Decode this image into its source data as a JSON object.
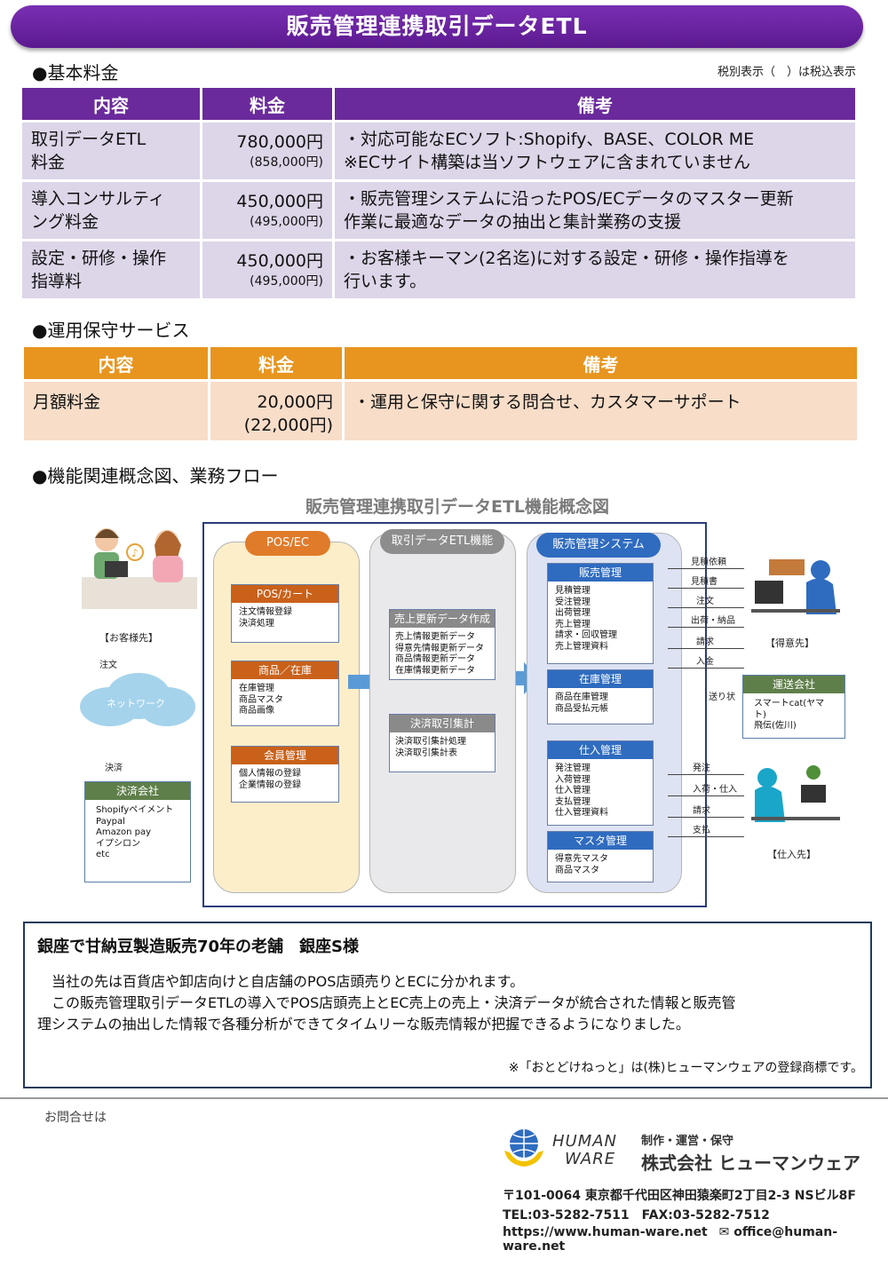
{
  "title": "販売管理連携取引データETL",
  "basic": {
    "heading": "●基本料金",
    "tax_note": "税別表示（　）は税込表示",
    "headers": [
      "内容",
      "料金",
      "備考"
    ],
    "rows": [
      {
        "item": "取引データETL\n料金",
        "fee": "780,000円",
        "fee_tax": "(858,000円)",
        "note": "・対応可能なECソフト:Shopify、BASE、COLOR ME\n※ECサイト構築は当ソフトウェアに含まれていません"
      },
      {
        "item": "導入コンサルティ\nング料金",
        "fee": "450,000円",
        "fee_tax": "(495,000円)",
        "note": "・販売管理システムに沿ったPOS/ECデータのマスター更新\n作業に最適なデータの抽出と集計業務の支援"
      },
      {
        "item": "設定・研修・操作\n指導料",
        "fee": "450,000円",
        "fee_tax": "(495,000円)",
        "note": "・お客様キーマン(2名迄)に対する設定・研修・操作指導を\n行います。"
      }
    ]
  },
  "maint": {
    "heading": "●運用保守サービス",
    "headers": [
      "内容",
      "料金",
      "備考"
    ],
    "rows": [
      {
        "item": "月額料金",
        "fee": "20,000円",
        "fee_tax": "(22,000円)",
        "note": "・運用と保守に関する問合せ、カスタマーサポート"
      }
    ]
  },
  "flow": {
    "heading": "●機能関連概念図、業務フロー",
    "diagram_title": "販売管理連携取引データETL機能概念図",
    "customer_label": "【お客様先】",
    "order_label": "注文",
    "network_label": "ネットワーク",
    "payment_label": "決済",
    "payment_company": {
      "title": "決済会社",
      "body": "Shopifyペイメント\nPaypal\nAmazon pay\nイプシロン\netc"
    },
    "col_pos": {
      "title": "POS/EC",
      "boxes": [
        {
          "title": "POS/カート",
          "body": "注文情報登録\n決済処理"
        },
        {
          "title": "商品／在庫",
          "body": "在庫管理\n商品マスタ\n商品画像"
        },
        {
          "title": "会員管理",
          "body": "個人情報の登録\n企業情報の登録"
        }
      ]
    },
    "col_etl": {
      "title": "取引データETL機能",
      "boxes": [
        {
          "title": "売上更新データ作成",
          "body": "売上情報更新データ\n得意先情報更新データ\n商品情報更新データ\n在庫情報更新データ"
        },
        {
          "title": "決済取引集計",
          "body": "決済取引集計処理\n決済取引集計表"
        }
      ]
    },
    "col_sales": {
      "title": "販売管理システム",
      "boxes": [
        {
          "title": "販売管理",
          "body": "見積管理\n受注管理\n出荷管理\n売上管理\n請求・回収管理\n売上管理資料"
        },
        {
          "title": "在庫管理",
          "body": "商品在庫管理\n商品受払元帳"
        },
        {
          "title": "仕入管理",
          "body": "発注管理\n入荷管理\n仕入管理\n支払管理\n仕入管理資料"
        },
        {
          "title": "マスタ管理",
          "body": "得意先マスタ\n商品マスタ"
        }
      ]
    },
    "right_labels_top": [
      "見積依頼",
      "見積書",
      "注文",
      "出荷・納品",
      "請求",
      "入金"
    ],
    "tokui_label": "【得意先】",
    "ship_label": "送り状",
    "carrier": {
      "title": "運送会社",
      "body": "スマートcat(ヤマト)\n飛伝(佐川)"
    },
    "right_labels_bottom": [
      "発注",
      "入荷・仕入",
      "請求",
      "支払"
    ],
    "supplier_label": "【仕入先】"
  },
  "case": {
    "title": "銀座で甘納豆製造販売70年の老舗　銀座S様",
    "body": "　当社の先は百貨店や卸店向けと自店舗のPOS店頭売りとECに分かれます。\n　この販売管理取引データETLの導入でPOS店頭売上とEC売上の売上・決済データが統合された情報と販売管\n理システムの抽出した情報で各種分析ができてタイムリーな販売情報が把握できるようになりました。",
    "footnote": "※「おとどけねっと」は(株)ヒューマンウェアの登録商標です。"
  },
  "contact": {
    "label": "お問合せは",
    "logo_text_1": "HUMAN",
    "logo_text_2": "WARE",
    "made_by": "制作・運営・保守",
    "company": "株式会社 ヒューマンウェア",
    "address": "〒101-0064 東京都千代田区神田猿楽町2丁目2-3 NSビル8F",
    "tel_fax": "TEL:03-5282-7511　FAX:03-5282-7512",
    "url": "https://www.human-ware.net",
    "email": "office@human-ware.net"
  },
  "colors": {
    "purple": "#6a2a9c",
    "orange": "#e7951f",
    "pos_col_bg": "#fdeeca",
    "etl_col_bg": "#e9e9ec",
    "sales_col_bg": "#dde3f3",
    "pos_box_head": "#c9611a",
    "etl_box_head": "#8a8a8a",
    "sales_box_head": "#2f6cc0",
    "company_box_head": "#5f7f4a"
  }
}
